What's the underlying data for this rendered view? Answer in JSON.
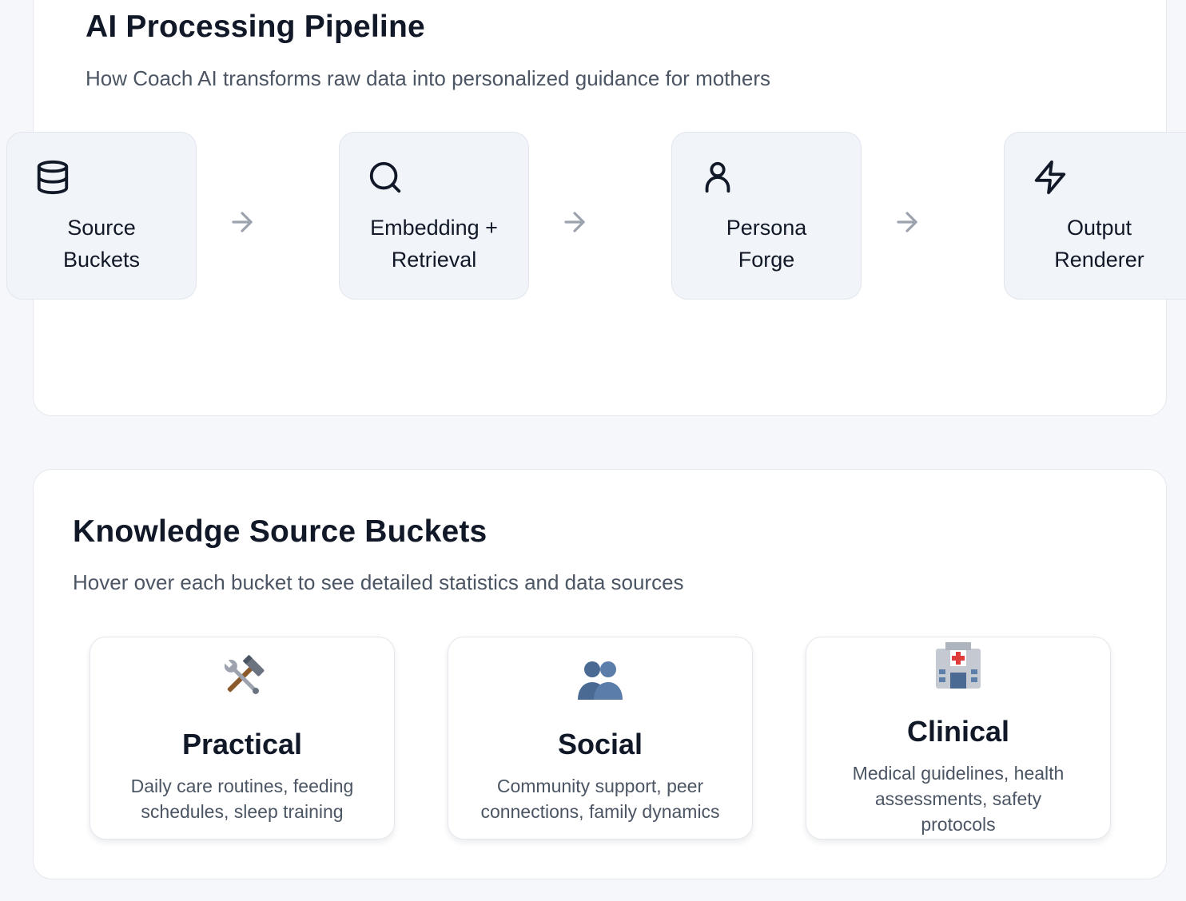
{
  "colors": {
    "background": "#f5f7fa",
    "panel": "#ffffff",
    "stage_fill": "#f1f4f9",
    "heading": "#111827",
    "muted_text": "#4b5563",
    "arrow": "#9ca3af"
  },
  "pipeline": {
    "title": "AI Processing Pipeline",
    "subtitle": "How Coach AI transforms raw data into personalized guidance for mothers",
    "stages": [
      {
        "icon": "database-icon",
        "line1": "Source",
        "line2": "Buckets"
      },
      {
        "icon": "search-icon",
        "line1": "Embedding +",
        "line2": "Retrieval"
      },
      {
        "icon": "user-icon",
        "line1": "Persona",
        "line2": "Forge"
      },
      {
        "icon": "lightning-icon",
        "line1": "Output",
        "line2": "Renderer"
      }
    ],
    "connector_icon": "arrow-right-icon"
  },
  "buckets": {
    "title": "Knowledge Source Buckets",
    "subtitle": "Hover over each bucket to see detailed statistics and data sources",
    "items": [
      {
        "icon": "hammer-and-wrench-icon",
        "name": "Practical",
        "description": "Daily care routines, feeding schedules, sleep training"
      },
      {
        "icon": "people-icon",
        "name": "Social",
        "description": "Community support, peer connections, family dynamics"
      },
      {
        "icon": "hospital-icon",
        "name": "Clinical",
        "description": "Medical guidelines, health assessments, safety protocols"
      }
    ]
  }
}
